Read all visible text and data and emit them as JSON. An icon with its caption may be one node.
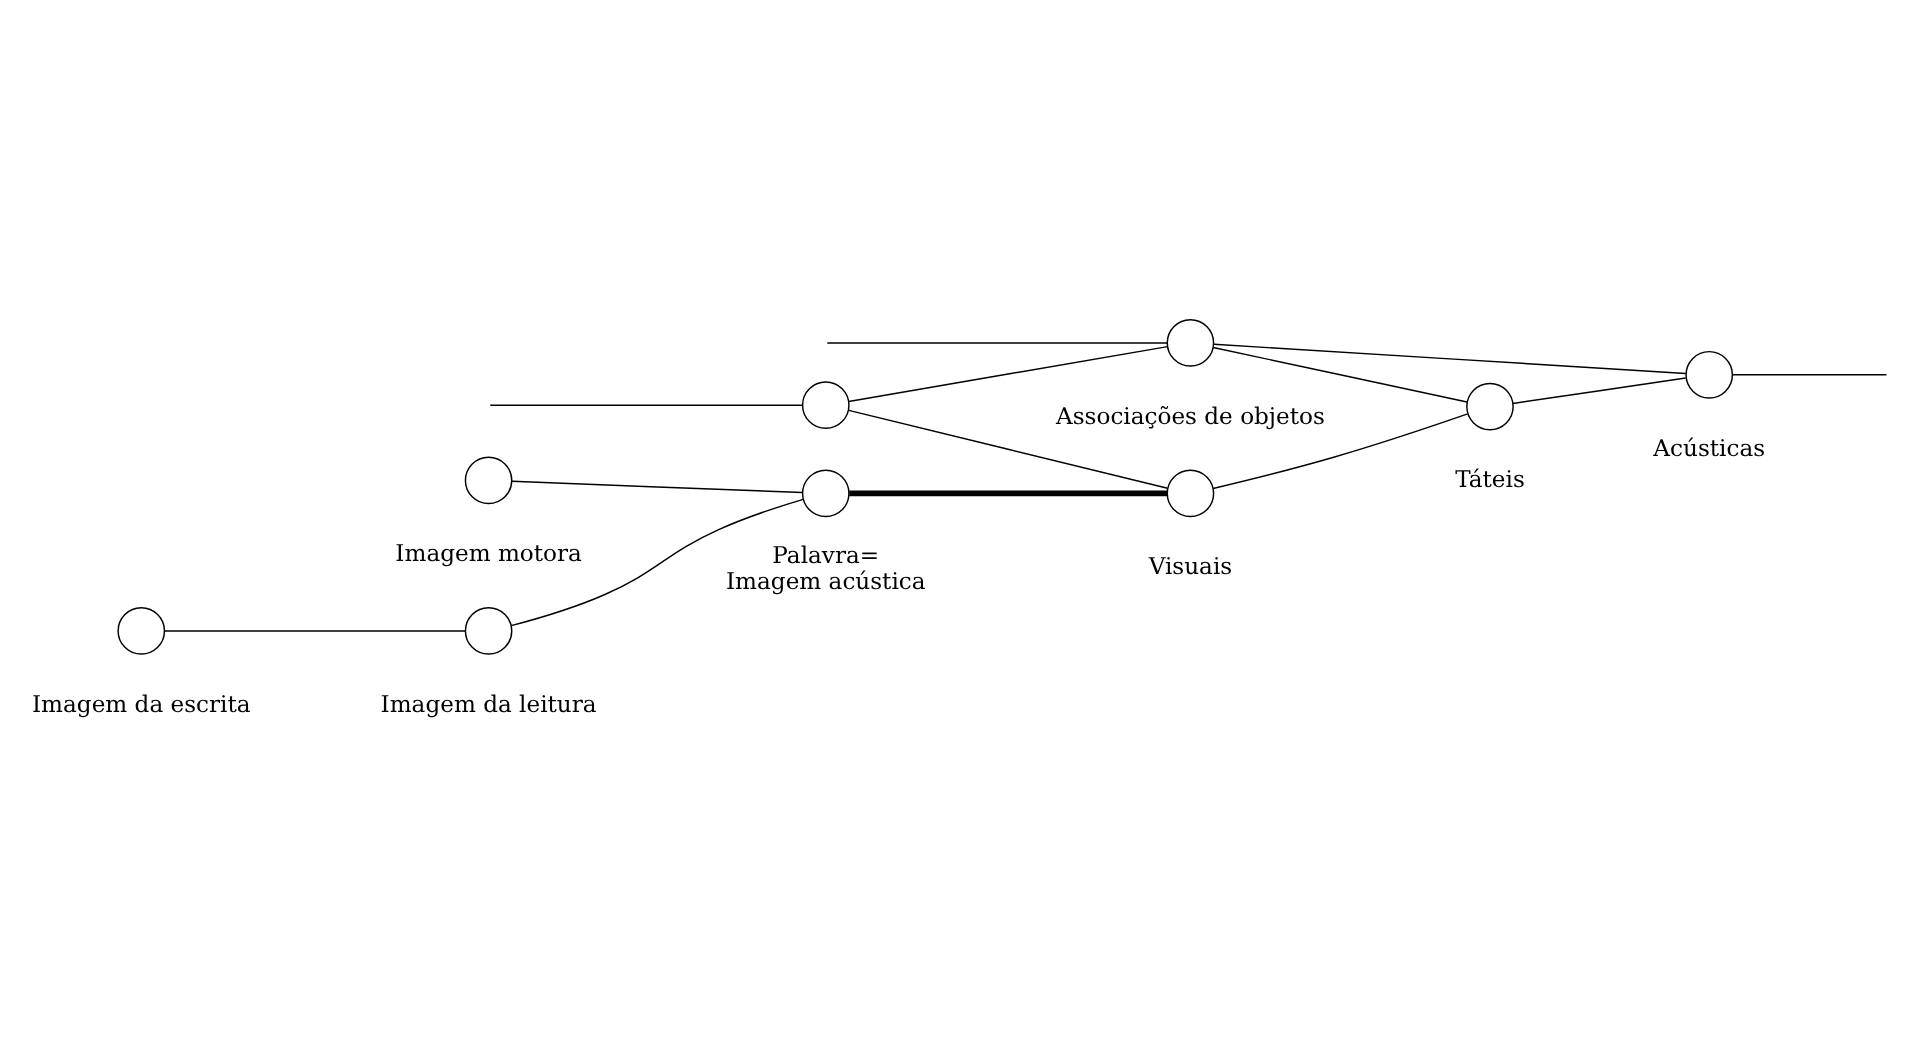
{
  "diagram": {
    "nodes": [
      {
        "text": [],
        "shape": "circle",
        "beside": [
          "Imagem da leitura"
        ]
      },
      {
        "text": [],
        "shape": "circle",
        "beside": [
          "Imagem da escrita"
        ]
      },
      {
        "text": [],
        "shape": "circle",
        "beside": [
          "Imagem motora"
        ]
      },
      {
        "text": [],
        "shape": "circle",
        "beside": [
          "Palavra=",
          "Imagem acústica"
        ]
      },
      {
        "text": [],
        "shape": "circle"
      },
      {
        "text": [],
        "shape": "circle",
        "beside": [
          "Associações de objetos"
        ]
      },
      {
        "text": [],
        "shape": "circle",
        "beside": [
          "Visuais"
        ]
      },
      {
        "text": [],
        "shape": "circle",
        "beside": [
          "Táteis"
        ]
      },
      {
        "text": [],
        "shape": "circle",
        "beside": [
          "Acústicas"
        ]
      }
    ],
    "edges": [
      {
        "from": 1,
        "to": 0,
        "arrow": "none"
      },
      {
        "from": 0,
        "to": 3,
        "arrow": "none"
      },
      {
        "from": 2,
        "to": 3,
        "arrow": "none"
      },
      {
        "from": 3,
        "to": 6,
        "arrow": "none",
        "style": "thick"
      },
      {
        "from": null,
        "to": 4,
        "arrow": "none"
      },
      {
        "from": null,
        "to": 5,
        "arrow": "none"
      },
      {
        "from": 4,
        "to": 5,
        "arrow": "none"
      },
      {
        "from": 4,
        "to": 6,
        "arrow": "none"
      },
      {
        "from": 5,
        "to": 7,
        "arrow": "none"
      },
      {
        "from": 5,
        "to": 8,
        "arrow": "none"
      },
      {
        "from": 6,
        "to": 7,
        "arrow": "none"
      },
      {
        "from": 7,
        "to": 8,
        "arrow": "none"
      },
      {
        "from": 8,
        "to": null,
        "arrow": "none"
      }
    ]
  }
}
